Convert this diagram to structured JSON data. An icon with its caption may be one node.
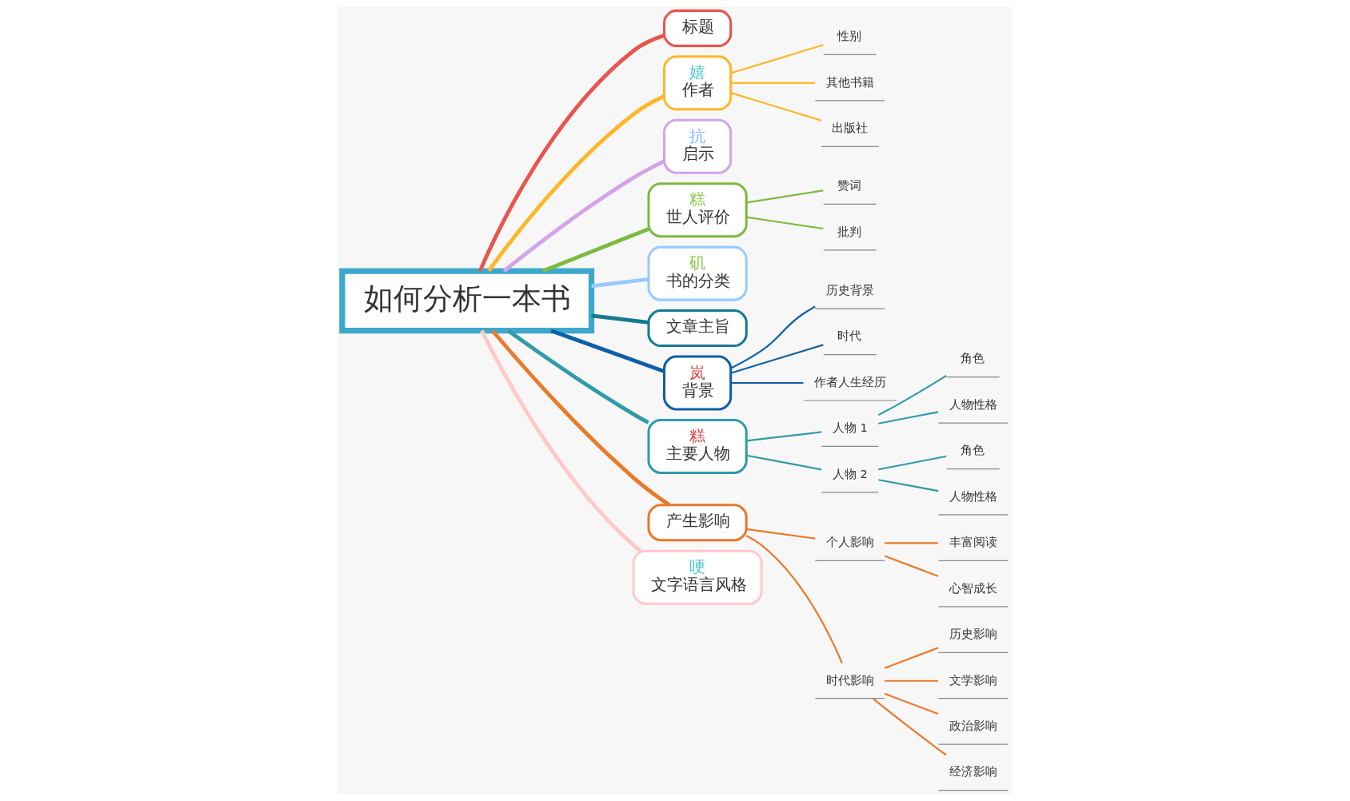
{
  "diagram": {
    "nodes": [
      {
        "text": [
          "如何分析一本书"
        ]
      },
      {
        "text": [
          "标题"
        ]
      },
      {
        "text": [
          "嬉",
          "作者"
        ]
      },
      {
        "text": [
          "性别"
        ]
      },
      {
        "text": [
          "其他书籍"
        ]
      },
      {
        "text": [
          "出版社"
        ]
      },
      {
        "text": [
          "抗",
          "启示"
        ]
      },
      {
        "text": [
          "糕",
          "世人评价"
        ]
      },
      {
        "text": [
          "赞词"
        ]
      },
      {
        "text": [
          "批判"
        ]
      },
      {
        "text": [
          "矶",
          "书的分类"
        ]
      },
      {
        "text": [
          "文章主旨"
        ]
      },
      {
        "text": [
          "岚",
          "背景"
        ]
      },
      {
        "text": [
          "历史背景"
        ]
      },
      {
        "text": [
          "时代"
        ]
      },
      {
        "text": [
          "作者人生经历"
        ]
      },
      {
        "text": [
          "糕",
          "主要人物"
        ]
      },
      {
        "text": [
          "人物 1"
        ]
      },
      {
        "text": [
          "角色"
        ]
      },
      {
        "text": [
          "人物性格"
        ]
      },
      {
        "text": [
          "人物 2"
        ]
      },
      {
        "text": [
          "角色"
        ]
      },
      {
        "text": [
          "人物性格"
        ]
      },
      {
        "text": [
          "产生影响"
        ]
      },
      {
        "text": [
          "个人影响"
        ]
      },
      {
        "text": [
          "丰富阅读"
        ]
      },
      {
        "text": [
          "心智成长"
        ]
      },
      {
        "text": [
          "时代影响"
        ]
      },
      {
        "text": [
          "历史影响"
        ]
      },
      {
        "text": [
          "文学影响"
        ]
      },
      {
        "text": [
          "政治影响"
        ]
      },
      {
        "text": [
          "经济影响"
        ]
      },
      {
        "text": [
          "哽",
          "文字语言风格"
        ]
      }
    ],
    "edges": [
      {
        "from": 0,
        "to": 1,
        "arrow": "none",
        "style": "thick",
        "color": "#e8554e"
      },
      {
        "from": 0,
        "to": 2,
        "arrow": "none",
        "style": "thick",
        "color": "#fbb829"
      },
      {
        "from": 2,
        "to": 3,
        "arrow": "none",
        "color": "#fbb829"
      },
      {
        "from": 2,
        "to": 4,
        "arrow": "none",
        "color": "#fbb829"
      },
      {
        "from": 2,
        "to": 5,
        "arrow": "none",
        "color": "#fbb829"
      },
      {
        "from": 0,
        "to": 6,
        "arrow": "none",
        "style": "thick",
        "color": "#d3a4e8"
      },
      {
        "from": 0,
        "to": 7,
        "arrow": "none",
        "style": "thick",
        "color": "#7cbb3f"
      },
      {
        "from": 7,
        "to": 8,
        "arrow": "none",
        "color": "#7cbb3f"
      },
      {
        "from": 7,
        "to": 9,
        "arrow": "none",
        "color": "#7cbb3f"
      },
      {
        "from": 0,
        "to": 10,
        "arrow": "none",
        "style": "thick",
        "color": "#99caff"
      },
      {
        "from": 0,
        "to": 11,
        "arrow": "none",
        "style": "thick",
        "color": "#137a8f"
      },
      {
        "from": 0,
        "to": 12,
        "arrow": "none",
        "style": "thick",
        "color": "#0f5fa8"
      },
      {
        "from": 12,
        "to": 13,
        "arrow": "none",
        "color": "#0f5fa8"
      },
      {
        "from": 12,
        "to": 14,
        "arrow": "none",
        "color": "#0f5fa8"
      },
      {
        "from": 12,
        "to": 15,
        "arrow": "none",
        "color": "#0f5fa8"
      },
      {
        "from": 0,
        "to": 16,
        "arrow": "none",
        "style": "thick",
        "color": "#2f9ba8"
      },
      {
        "from": 16,
        "to": 17,
        "arrow": "none",
        "color": "#2f9ba8"
      },
      {
        "from": 17,
        "to": 18,
        "arrow": "none",
        "color": "#2f9ba8"
      },
      {
        "from": 17,
        "to": 19,
        "arrow": "none",
        "color": "#2f9ba8"
      },
      {
        "from": 16,
        "to": 20,
        "arrow": "none",
        "color": "#2f9ba8"
      },
      {
        "from": 20,
        "to": 21,
        "arrow": "none",
        "color": "#2f9ba8"
      },
      {
        "from": 20,
        "to": 22,
        "arrow": "none",
        "color": "#2f9ba8"
      },
      {
        "from": 0,
        "to": 23,
        "arrow": "none",
        "style": "thick",
        "color": "#e87a2a"
      },
      {
        "from": 23,
        "to": 24,
        "arrow": "none",
        "color": "#e87a2a"
      },
      {
        "from": 24,
        "to": 25,
        "arrow": "none",
        "color": "#e87a2a"
      },
      {
        "from": 24,
        "to": 26,
        "arrow": "none",
        "color": "#e87a2a"
      },
      {
        "from": 23,
        "to": 27,
        "arrow": "none",
        "color": "#e87a2a"
      },
      {
        "from": 27,
        "to": 28,
        "arrow": "none",
        "color": "#e87a2a"
      },
      {
        "from": 27,
        "to": 29,
        "arrow": "none",
        "color": "#e87a2a"
      },
      {
        "from": 27,
        "to": 30,
        "arrow": "none",
        "color": "#e87a2a"
      },
      {
        "from": 27,
        "to": 31,
        "arrow": "none",
        "color": "#e87a2a"
      },
      {
        "from": 0,
        "to": 32,
        "arrow": "none",
        "style": "thick",
        "color": "#ffc9c9"
      }
    ]
  }
}
